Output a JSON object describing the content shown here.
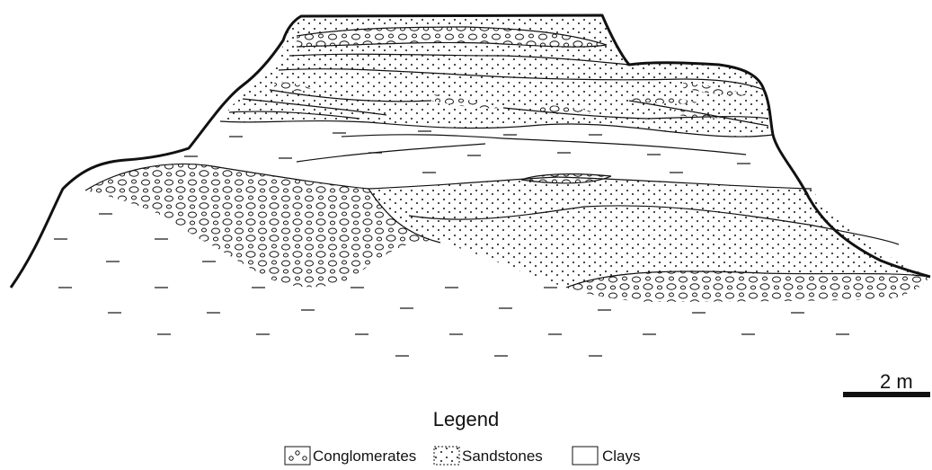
{
  "scale": {
    "label": "2 m"
  },
  "legend": {
    "title": "Legend",
    "items": [
      {
        "key": "conglomerates",
        "label": "Conglomerates",
        "pattern": "pebbles"
      },
      {
        "key": "sandstones",
        "label": "Sandstones",
        "pattern": "dots"
      },
      {
        "key": "clays",
        "label": "Clays",
        "pattern": "blank"
      }
    ]
  },
  "colors": {
    "ink": "#111111",
    "background": "#ffffff"
  }
}
